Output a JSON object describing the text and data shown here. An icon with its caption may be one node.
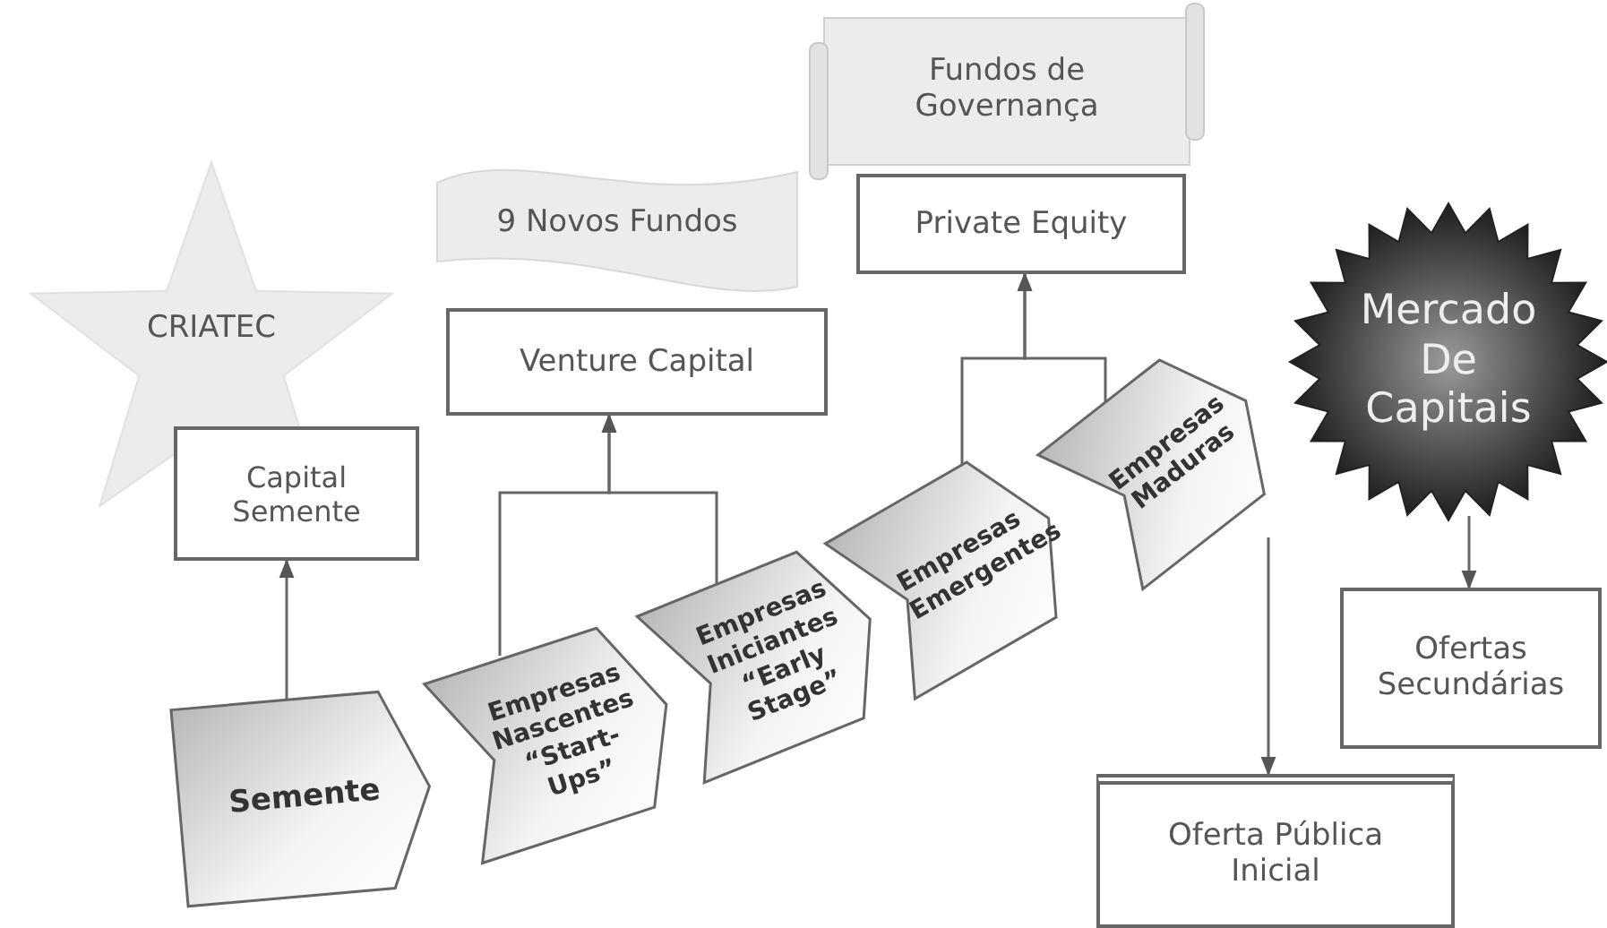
{
  "diagram": {
    "nodes": [
      {
        "text": [
          "CRIATEC"
        ]
      },
      {
        "text": [
          "Capital Semente"
        ]
      },
      {
        "text": [
          "9 Novos Fundos"
        ]
      },
      {
        "text": [
          "Venture Capital"
        ]
      },
      {
        "text": [
          "Fundos de Governança"
        ]
      },
      {
        "text": [
          "Private Equity"
        ]
      },
      {
        "text": [
          "Mercado De Capitais"
        ]
      },
      {
        "text": [
          "Semente"
        ]
      },
      {
        "text": [
          "Empresas Nascentes “Start-Ups”"
        ]
      },
      {
        "text": [
          "Empresas Iniciantes “Early Stage”"
        ]
      },
      {
        "text": [
          "Empresas Emergentes"
        ]
      },
      {
        "text": [
          "Empresas Maduras"
        ]
      },
      {
        "text": [
          "Ofertas Secundárias"
        ]
      },
      {
        "text": [
          "Oferta Pública Inicial"
        ]
      }
    ],
    "edges": [
      {
        "from": 7,
        "to": 1,
        "arrow": "to"
      },
      {
        "from": 8,
        "to": 3,
        "arrow": "to"
      },
      {
        "from": 9,
        "to": 3,
        "arrow": "to"
      },
      {
        "from": 10,
        "to": 5,
        "arrow": "to"
      },
      {
        "from": 11,
        "to": 5,
        "arrow": "to"
      },
      {
        "from": 11,
        "to": 13,
        "arrow": "to"
      },
      {
        "from": 6,
        "to": 12,
        "arrow": "to"
      }
    ]
  }
}
